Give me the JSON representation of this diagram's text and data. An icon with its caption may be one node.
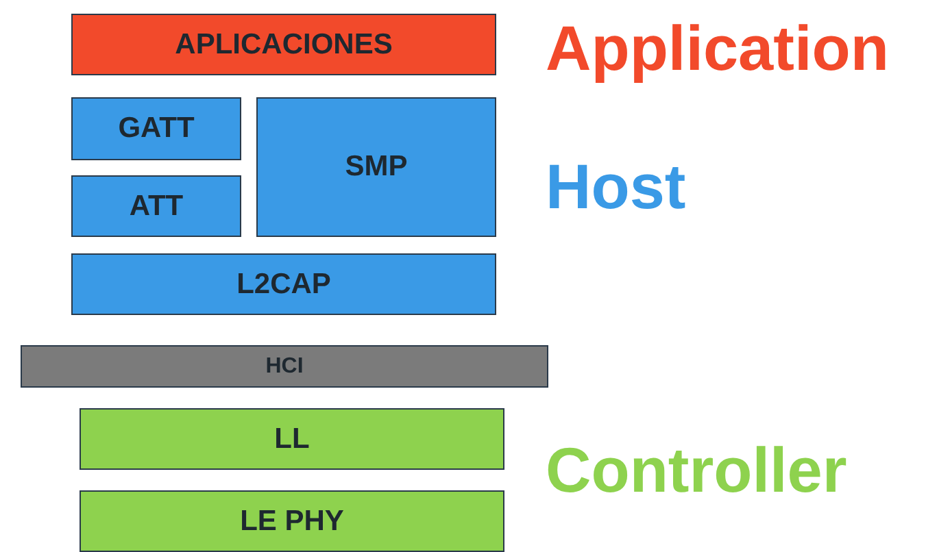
{
  "diagram": {
    "nodes": [
      {
        "text": [
          "APLICACIONES"
        ]
      },
      {
        "text": [
          "GATT"
        ]
      },
      {
        "text": [
          "ATT"
        ]
      },
      {
        "text": [
          "SMP"
        ]
      },
      {
        "text": [
          "L2CAP"
        ]
      },
      {
        "text": [
          "HCI"
        ]
      },
      {
        "text": [
          "LL"
        ]
      },
      {
        "text": [
          "LE PHY"
        ]
      }
    ],
    "labels": [
      "Application",
      "Host",
      "Controller"
    ]
  }
}
